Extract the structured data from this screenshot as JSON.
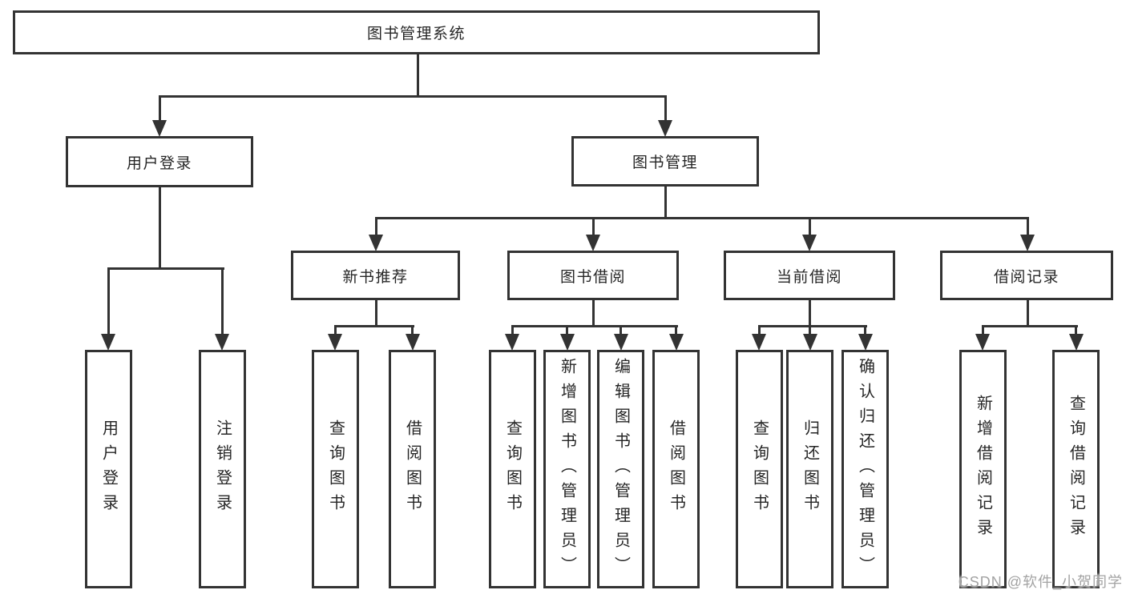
{
  "diagram": {
    "type": "hierarchy-tree",
    "colors": {
      "background": "#ffffff",
      "line": "#333333",
      "box_border": "#333333",
      "box_fill": "#ffffff",
      "text": "#262626",
      "watermark_text": "#a3a3a3"
    },
    "tree": {
      "root": {
        "label": "图书管理系统"
      },
      "branches": [
        {
          "label": "用户登录",
          "children": [
            {
              "label": "用户登录"
            },
            {
              "label": "注销登录"
            }
          ]
        },
        {
          "label": "图书管理",
          "children": [
            {
              "label": "新书推荐",
              "children": [
                {
                  "label": "查询图书"
                },
                {
                  "label": "借阅图书"
                }
              ]
            },
            {
              "label": "图书借阅",
              "children": [
                {
                  "label": "查询图书"
                },
                {
                  "label": "新增图书（管理员）"
                },
                {
                  "label": "编辑图书（管理员）"
                },
                {
                  "label": "借阅图书"
                }
              ]
            },
            {
              "label": "当前借阅",
              "children": [
                {
                  "label": "查询图书"
                },
                {
                  "label": "归还图书"
                },
                {
                  "label": "确认归还（管理员）"
                }
              ]
            },
            {
              "label": "借阅记录",
              "children": [
                {
                  "label": "新增借阅记录"
                },
                {
                  "label": "查询借阅记录"
                }
              ]
            }
          ]
        }
      ]
    },
    "watermark": {
      "text": "CSDN @软件_小贺同学"
    }
  }
}
